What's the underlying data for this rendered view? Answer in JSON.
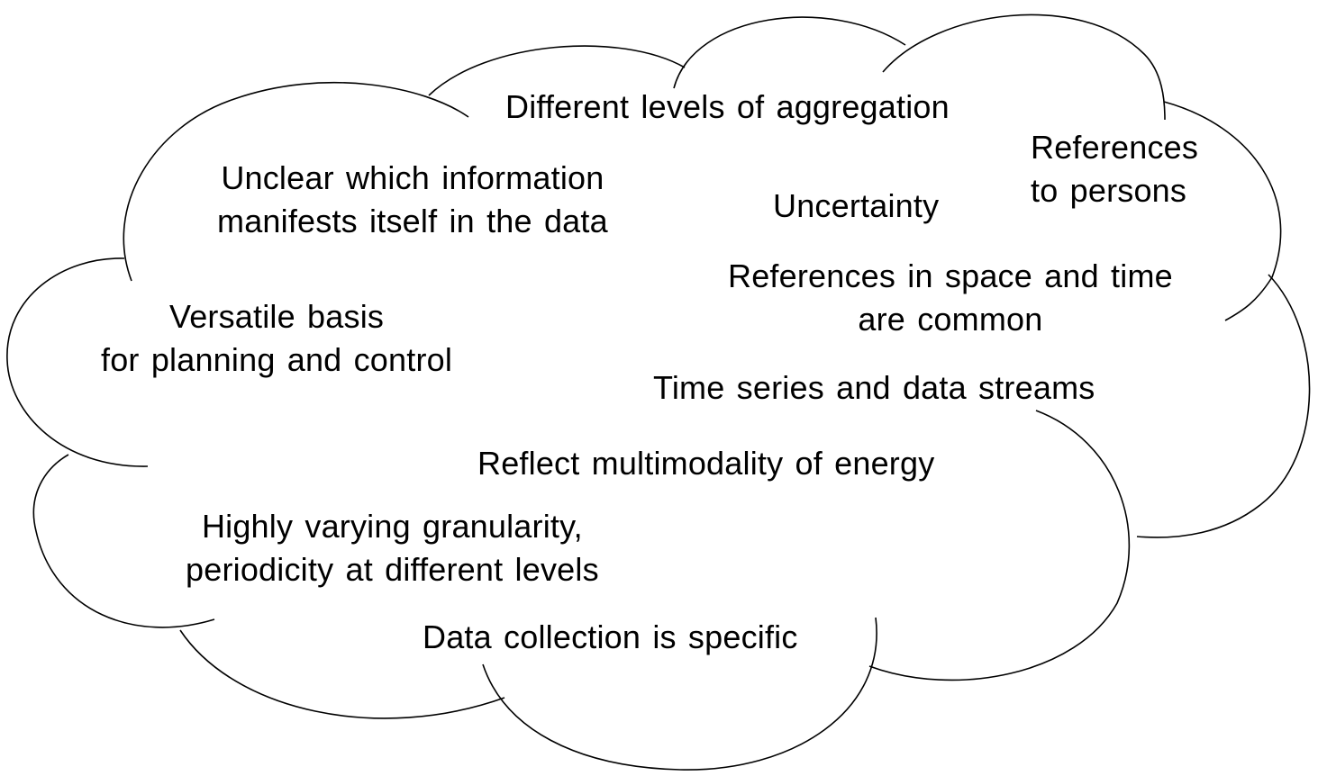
{
  "diagram": {
    "phrases": [
      {
        "id": "aggregation",
        "lines": [
          "Different levels of aggregation"
        ]
      },
      {
        "id": "references-persons",
        "lines": [
          "References",
          "to persons"
        ]
      },
      {
        "id": "unclear-information",
        "lines": [
          "Unclear which information",
          "manifests itself in the data"
        ]
      },
      {
        "id": "uncertainty",
        "lines": [
          "Uncertainty"
        ]
      },
      {
        "id": "space-time",
        "lines": [
          "References in space and time",
          "are common"
        ]
      },
      {
        "id": "versatile-basis",
        "lines": [
          "Versatile basis",
          "for planning and control"
        ]
      },
      {
        "id": "time-series",
        "lines": [
          "Time series and data streams"
        ]
      },
      {
        "id": "multimodality",
        "lines": [
          "Reflect multimodality of energy"
        ]
      },
      {
        "id": "granularity",
        "lines": [
          "Highly varying granularity,",
          "periodicity at different levels"
        ]
      },
      {
        "id": "data-collection",
        "lines": [
          "Data collection is specific"
        ]
      }
    ]
  }
}
